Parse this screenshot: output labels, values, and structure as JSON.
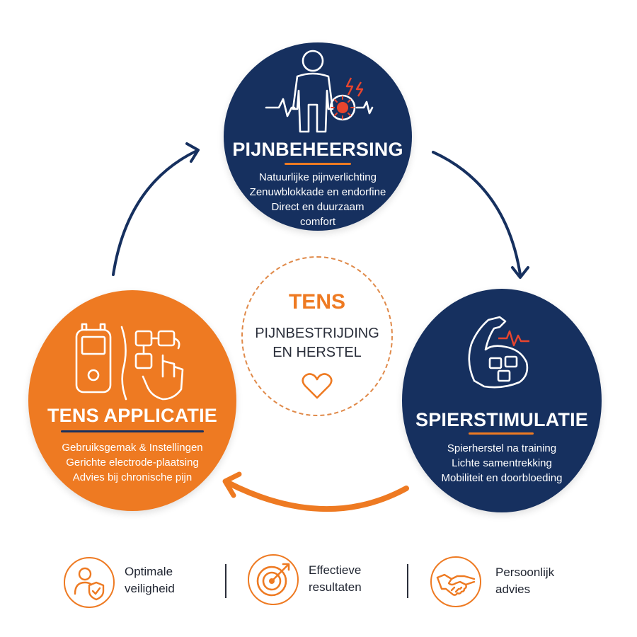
{
  "colors": {
    "navy": "#16305f",
    "orange": "#ee7a22",
    "red": "#e8452e",
    "text": "#1f2430"
  },
  "center": {
    "title": "TENS",
    "subtitle": [
      "PIJNBESTRIJDING",
      "EN HERSTEL"
    ],
    "icon": "heart-icon"
  },
  "stages": {
    "pijn": {
      "title": "PIJNBEHEERSING",
      "lines": [
        "Natuurlijke pijnverlichting",
        "Zenuwblokkade en endorfine",
        "Direct en duurzaam",
        "comfort"
      ],
      "icon": "body-pain-icon"
    },
    "spier": {
      "title": "SPIERSTIMULATIE",
      "lines": [
        "Spierherstel na training",
        "Lichte samentrekking",
        "Mobiliteit en doorbloeding"
      ],
      "icon": "flexed-arm-electrode-icon"
    },
    "tens": {
      "title": "TENS APPLICATIE",
      "lines": [
        "Gebruiksgemak & Instellingen",
        "Gerichte electrode-plaatsing",
        "Advies bij chronische pijn"
      ],
      "icon": "tens-device-hand-icon"
    }
  },
  "features": [
    {
      "lines": [
        "Optimale",
        "veiligheid"
      ],
      "icon": "user-shield-icon"
    },
    {
      "lines": [
        "Effectieve",
        "resultaten"
      ],
      "icon": "target-arrow-icon"
    },
    {
      "lines": [
        "Persoonlijk",
        "advies"
      ],
      "icon": "handshake-icon"
    }
  ]
}
